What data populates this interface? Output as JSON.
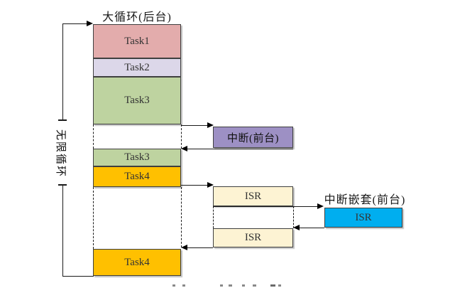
{
  "diagram": {
    "title": "大循环(后台)",
    "loop_label": "无限循环",
    "background_column": {
      "task1": {
        "label": "Task1",
        "color": "#e3acac"
      },
      "task2": {
        "label": "Task2",
        "color": "#dcd7e9"
      },
      "task3_a": {
        "label": "Task3",
        "color": "#bed3a0"
      },
      "task3_b": {
        "label": "Task3",
        "color": "#bed3a0"
      },
      "task4_a": {
        "label": "Task4",
        "color": "#ffc000"
      },
      "task4_b": {
        "label": "Task4",
        "color": "#ffc000"
      }
    },
    "foreground": {
      "interrupt": {
        "label": "中断(前台)",
        "color": "#9d90c4"
      },
      "isr_first": {
        "label": "ISR",
        "color": "#fdf3d3"
      },
      "isr_second": {
        "label": "ISR",
        "color": "#fdf3d3"
      },
      "nested_title": "中断嵌套(前台)",
      "nested_isr": {
        "label": "ISR",
        "color": "#00aeef"
      }
    },
    "line_color": "#1a1a1a"
  }
}
